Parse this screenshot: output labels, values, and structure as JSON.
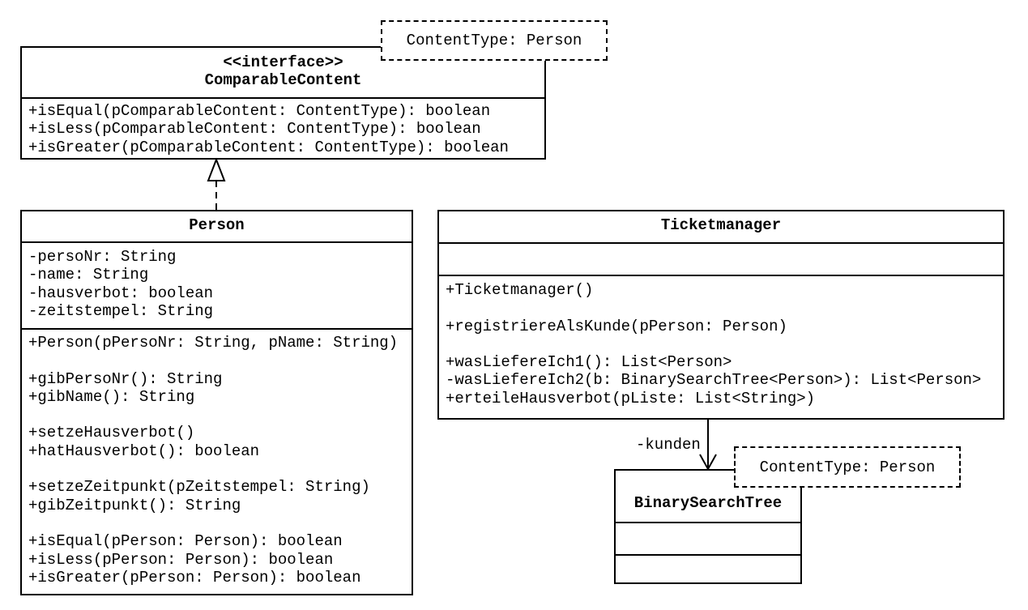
{
  "interface_box": {
    "stereotype": "<<interface>>",
    "name": "ComparableContent",
    "operations": [
      "+isEqual(pComparableContent: ContentType): boolean",
      "+isLess(pComparableContent: ContentType): boolean",
      "+isGreater(pComparableContent: ContentType): boolean"
    ]
  },
  "interface_note": "ContentType: Person",
  "person_box": {
    "name": "Person",
    "attributes": [
      "-persoNr: String",
      "-name: String",
      "-hausverbot: boolean",
      "-zeitstempel: String"
    ],
    "operations": [
      "+Person(pPersoNr: String, pName: String)",
      "",
      "+gibPersoNr(): String",
      "+gibName(): String",
      "",
      "+setzeHausverbot()",
      "+hatHausverbot(): boolean",
      "",
      "+setzeZeitpunkt(pZeitstempel: String)",
      "+gibZeitpunkt(): String",
      "",
      "+isEqual(pPerson: Person): boolean",
      "+isLess(pPerson: Person): boolean",
      "+isGreater(pPerson: Person): boolean"
    ]
  },
  "ticketmanager_box": {
    "name": "Ticketmanager",
    "operations": [
      "+Ticketmanager()",
      "",
      "+registriereAlsKunde(pPerson: Person)",
      "",
      "+wasLiefereIch1(): List<Person>",
      "-wasLiefereIch2(b: BinarySearchTree<Person>): List<Person>",
      "+erteileHausverbot(pListe: List<String>)"
    ]
  },
  "bst_box": {
    "name": "BinarySearchTree"
  },
  "bst_note": "ContentType: Person",
  "association_label": "-kunden"
}
